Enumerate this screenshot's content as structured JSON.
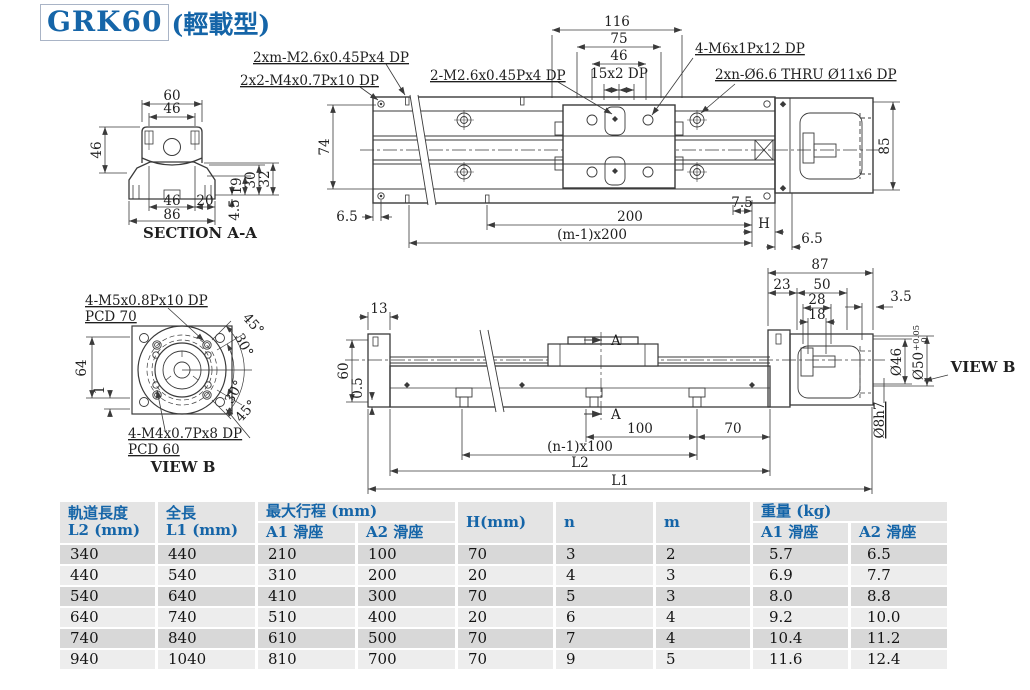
{
  "colors": {
    "accent_blue": "#1565a8",
    "drawing_line": "#3a3a3a",
    "table_header_bg": "#e4e4e4",
    "row_dark": "#d8d8d8",
    "row_light": "#ededed"
  },
  "title": {
    "model": "GRK60",
    "variant": "(輕載型)"
  },
  "annotations": {
    "m26_side": "2xm-M2.6x0.45Px4 DP",
    "m4_corner": "2x2-M4x0.7Px10 DP",
    "m26_center": "2-M2.6x0.45Px4 DP",
    "m6_carriage": "4-M6x1Px12 DP",
    "thru_holes": "2xn-Ø6.6 THRU Ø11x6 DP"
  },
  "top_view": {
    "d116": "116",
    "d75": "75",
    "d46": "46",
    "d15": "15x2 DP",
    "d74": "74",
    "d85": "85",
    "d65_left": "6.5",
    "d200": "200",
    "dm200": "(m-1)x200",
    "d75b": "7.5",
    "dH": "H",
    "d65_right": "6.5"
  },
  "section": {
    "label": "SECTION A-A",
    "d60": "60",
    "d46_top": "46",
    "d46_left": "46",
    "d19": "19",
    "d30": "30",
    "d32": "32",
    "d46_bottom": "46",
    "d20": "20",
    "d86": "86",
    "d45": "4.5"
  },
  "viewb": {
    "label": "VIEW B",
    "m5": "4-M5x0.8Px10 DP",
    "pcd70": "PCD 70",
    "m4": "4-M4x0.7Px8 DP",
    "pcd60": "PCD 60",
    "d64": "64",
    "d1": "1",
    "a45_top": "45°",
    "a30_top": "30°",
    "a30_bottom": "30°",
    "a45_bottom": "45°"
  },
  "side_view": {
    "d87": "87",
    "d23": "23",
    "d50": "50",
    "d28": "28",
    "d18": "18",
    "d35": "3.5",
    "d13": "13",
    "d60": "60",
    "d05": "0.5",
    "sectionA": "A",
    "d100": "100",
    "d70": "70",
    "dn100": "(n-1)x100",
    "dL2": "L2",
    "dL1": "L1",
    "dia46": "Ø46",
    "dia50": "Ø50",
    "dia50_tol_hi": "+0.05",
    "dia50_tol_lo": "0",
    "dia8": "Ø8h7",
    "view_label": "VIEW B"
  },
  "table": {
    "headers": {
      "l2_line1": "軌道長度",
      "l2_line2": "L2 (mm)",
      "l1_line1": "全長",
      "l1_line2": "L1 (mm)",
      "stroke_group": "最大行程 (mm)",
      "stroke_a1": "A1 滑座",
      "stroke_a2": "A2 滑座",
      "h": "H(mm)",
      "n": "n",
      "m": "m",
      "weight_group": "重量 (kg)",
      "weight_a1": "A1 滑座",
      "weight_a2": "A2 滑座"
    },
    "rows": [
      [
        "340",
        "440",
        "210",
        "100",
        "70",
        "3",
        "2",
        "5.7",
        "6.5"
      ],
      [
        "440",
        "540",
        "310",
        "200",
        "20",
        "4",
        "3",
        "6.9",
        "7.7"
      ],
      [
        "540",
        "640",
        "410",
        "300",
        "70",
        "5",
        "3",
        "8.0",
        "8.8"
      ],
      [
        "640",
        "740",
        "510",
        "400",
        "20",
        "6",
        "4",
        "9.2",
        "10.0"
      ],
      [
        "740",
        "840",
        "610",
        "500",
        "70",
        "7",
        "4",
        "10.4",
        "11.2"
      ],
      [
        "940",
        "1040",
        "810",
        "700",
        "70",
        "9",
        "5",
        "11.6",
        "12.4"
      ]
    ]
  }
}
